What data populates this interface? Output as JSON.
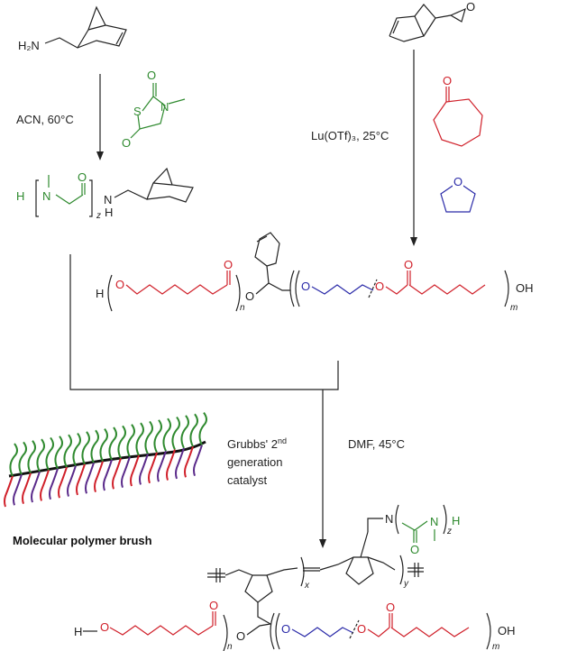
{
  "reagents": {
    "amine": "H₂N",
    "step1_conditions": "ACN, 60°C",
    "step2_conditions": "Lu(OTf)₃, 25°C",
    "grubbs_line1": "Grubbs' 2",
    "grubbs_sup": "nd",
    "grubbs_line2": "generation",
    "grubbs_line3": "catalyst",
    "step3_conditions": "DMF, 45°C"
  },
  "atoms": {
    "H": "H",
    "N": "N",
    "O": "O",
    "S": "S",
    "OH": "OH"
  },
  "subscripts": {
    "z": "z",
    "n": "n",
    "m": "m",
    "x": "x",
    "y": "y"
  },
  "brush_label": "Molecular polymer brush",
  "colors": {
    "sarcosine": "#2f8a2f",
    "caprolactone": "#d0202a",
    "thf": "#2a2aa8"
  }
}
